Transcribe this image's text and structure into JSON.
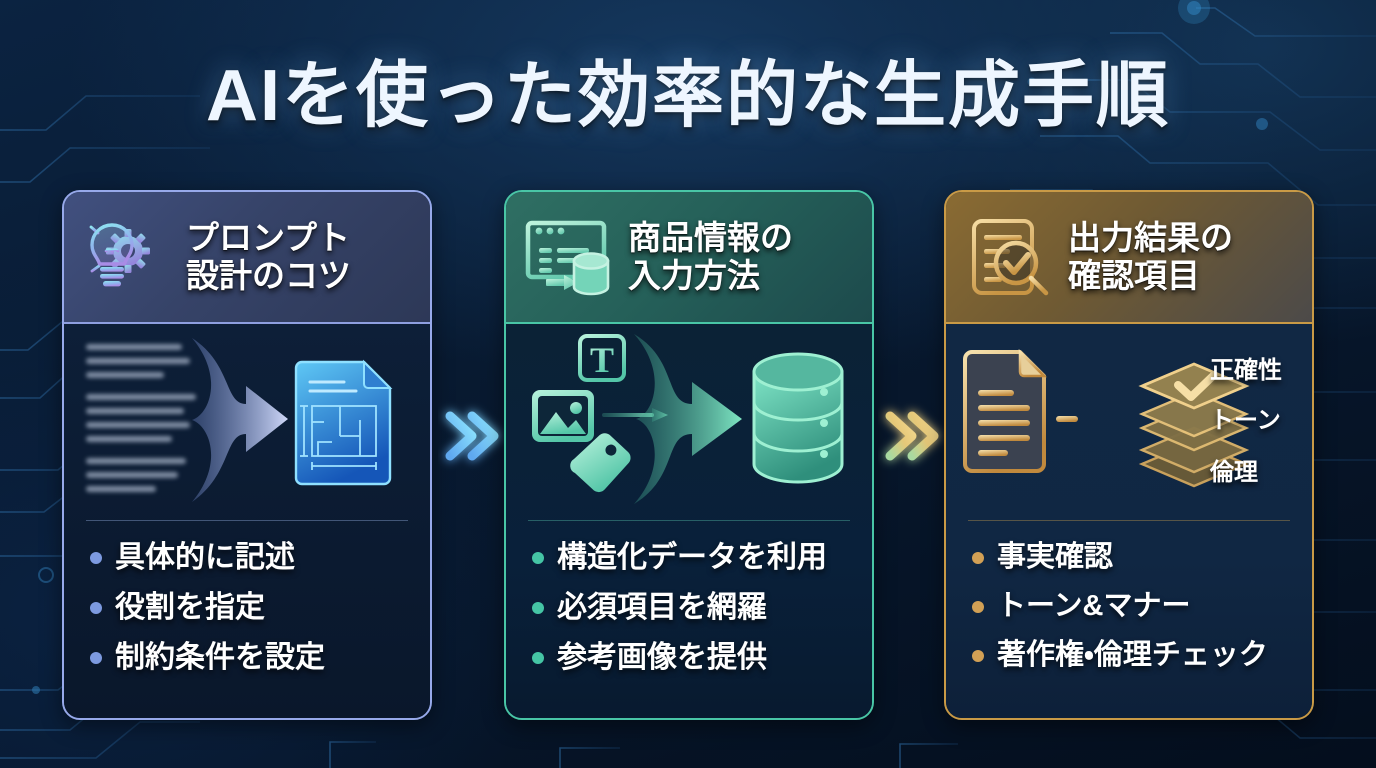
{
  "page": {
    "title": "AIを使った効率的な生成手順",
    "background_color": "#08182d",
    "accent_colors": {
      "step1": "#97a9ea",
      "step2": "#49c6a6",
      "step3": "#c99a46",
      "title_text": "#eef6ff"
    }
  },
  "connectors": [
    {
      "name": "chevron-1",
      "glyph": "»",
      "from": "step-1",
      "to": "step-2",
      "color": "#7fd4f5"
    },
    {
      "name": "chevron-2",
      "glyph": "»",
      "from": "step-2",
      "to": "step-3",
      "color": "#e8c477"
    }
  ],
  "steps": [
    {
      "id": "step-1",
      "heading": "プロンプト\n設計のコツ",
      "heading_line1": "プロンプト",
      "heading_line2": "設計のコツ",
      "icon": "lightbulb-gear-icon",
      "accent": "#97a9ea",
      "illustration": {
        "name": "blurred-text-to-blueprint",
        "source_icon": "blurred-text-lines",
        "arrow_icon": "converging-arrow-icon",
        "target_icon": "blueprint-document-icon"
      },
      "bullets": [
        "具体的に記述",
        "役割を指定",
        "制約条件を設定"
      ]
    },
    {
      "id": "step-2",
      "heading": "商品情報の\n入力方法",
      "heading_line1": "商品情報の",
      "heading_line2": "入力方法",
      "icon": "form-window-database-icon",
      "accent": "#49c6a6",
      "illustration": {
        "name": "assets-to-database",
        "source_icons": [
          "text-box-icon",
          "image-icon",
          "tag-icon"
        ],
        "arrow_icon": "converging-arrow-icon",
        "target_icon": "database-cylinder-icon"
      },
      "bullets": [
        "構造化データを利用",
        "必須項目を網羅",
        "参考画像を提供"
      ]
    },
    {
      "id": "step-3",
      "heading": "出力結果の\n確認項目",
      "heading_line1": "出力結果の",
      "heading_line2": "確認項目",
      "icon": "checklist-magnifier-icon",
      "accent": "#c99a46",
      "illustration": {
        "name": "document-to-check-layers",
        "source_icon": "document-icon",
        "connector_icon": "dash-connector-icon",
        "target_icon": "stacked-layers-icon",
        "layers": [
          {
            "label": "正確性",
            "icon": "check-diamond-icon"
          },
          {
            "label": "トーン",
            "icon": "diamond-icon"
          },
          {
            "label": "倫理",
            "icon": "diamond-icon"
          }
        ]
      },
      "bullets": [
        "事実確認",
        "トーン&マナー",
        "著作権・倫理チェック"
      ]
    }
  ]
}
